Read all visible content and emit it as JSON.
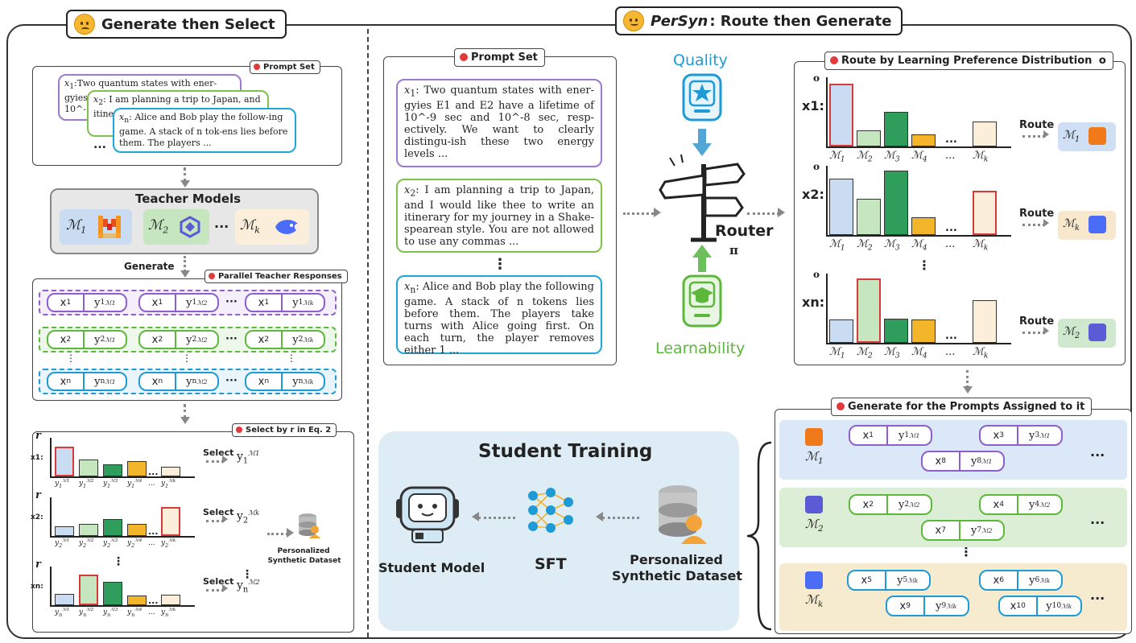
{
  "colors": {
    "purple": "#8e5fcc",
    "green": "#5cb83a",
    "cyan": "#1e9ad6",
    "bar_blue": "#c9dcf1",
    "bar_lgreen": "#c6e6c0",
    "bar_green": "#2f9e5c",
    "bar_yellow": "#f3b529",
    "bar_cream": "#fbeedb",
    "bar_red": "#d83a3a",
    "quality": "#1e9ad6",
    "learnability": "#5cb83a"
  },
  "left": {
    "title": "Generate then Select",
    "prompt_tag": "Prompt Set",
    "prompts": [
      {
        "var": "x",
        "sub": "1",
        "text": ":Two quantum states with ener-gyies"
      },
      {
        "var": "x",
        "sub": "2",
        "text": ": I am planning a trip to Japan, and"
      },
      {
        "var": "x",
        "sub": "n",
        "text": ": Alice and Bob play the follow-ing game. A stack of n tok-ens lies before them. The players ..."
      }
    ],
    "prompt1_cut": "gyies",
    "prompt1_cut2": "10^-",
    "prompt2_cut": "itine",
    "prompt_ellipsis": "...",
    "teacher_title": "Teacher Models",
    "teachers": [
      "M1",
      "M2",
      "Mk"
    ],
    "teacher_ellipsis": "···",
    "generate_label": "Generate",
    "parallel_tag": "Parallel Teacher Responses",
    "rows": [
      {
        "x": "x1",
        "ys": [
          "y1^M1",
          "y1^M2",
          "y1^Mk"
        ]
      },
      {
        "x": "x2",
        "ys": [
          "y2^M1",
          "y2^M2",
          "y2^Mk"
        ]
      },
      {
        "x": "xn",
        "ys": [
          "yn^M1",
          "yn^M2",
          "yn^Mk"
        ]
      }
    ],
    "select_tag": "Select by r in Eq. 2",
    "select_charts": [
      {
        "row": "x1:",
        "bars": [
          0.92,
          0.52,
          0.38,
          0.48,
          0.3
        ],
        "best": 0,
        "ticks": [
          "y1^M1",
          "y1^M2",
          "y1^M3",
          "y1^M4",
          "y1^Mk"
        ],
        "select": "Select",
        "result": "y1^M1"
      },
      {
        "row": "x2:",
        "bars": [
          0.3,
          0.38,
          0.52,
          0.38,
          0.9
        ],
        "best": 4,
        "ticks": [
          "y2^M1",
          "y2^M2",
          "y2^M3",
          "y2^M4",
          "y2^Mk"
        ],
        "select": "Select",
        "result": "y2^Mk"
      },
      {
        "row": "xn:",
        "bars": [
          0.35,
          0.95,
          0.72,
          0.3,
          0.33
        ],
        "best": 1,
        "ticks": [
          "yn^M1",
          "yn^M2",
          "yn^M3",
          "yn^M4",
          "yn^Mk"
        ],
        "select": "Select",
        "result": "yn^M2"
      }
    ],
    "r_label": "r",
    "personalized_label_1": "Personalized",
    "personalized_label_2": "Synthetic Dataset"
  },
  "right": {
    "title_em": "PerSyn",
    "title_rest": ": Route then Generate",
    "prompt_tag": "Prompt Set",
    "prompts": [
      {
        "var": "x",
        "sub": "1",
        "text": ": Two quantum states with ener-gyies E1 and E2 have a lifetime of 10^-9 sec and 10^-8 sec, resp-ectively. We want to clearly distingu-ish these two energy levels ..."
      },
      {
        "var": "x",
        "sub": "2",
        "text": ": I am planning a trip to Japan, and I would like thee to write an itinerary for my journey in a Shake-spearean style. You are not allowed to use any commas ..."
      },
      {
        "var": "x",
        "sub": "n",
        "text": ": Alice and Bob play the following game. A stack of n tokens lies before them. The players take turns with Alice going first. On each turn, the player removes either 1 ..."
      }
    ],
    "vdots": "⋮",
    "quality_label": "Quality",
    "learnability_label": "Learnability",
    "router_label": "Router",
    "router_symbol": "π",
    "route_tag": "Route by Learning Preference Distribution",
    "route_tag_suffix": "o",
    "route_charts": [
      {
        "row": "x1:",
        "bars": [
          0.95,
          0.25,
          0.52,
          0.18,
          0.38
        ],
        "best": 0,
        "route": "Route",
        "target": "M1"
      },
      {
        "row": "x2:",
        "bars": [
          0.85,
          0.55,
          0.98,
          0.27,
          0.67
        ],
        "best": 4,
        "route": "Route",
        "target": "Mk"
      },
      {
        "row": "xn:",
        "bars": [
          0.35,
          0.98,
          0.37,
          0.35,
          0.65
        ],
        "best": 1,
        "route": "Route",
        "target": "M2"
      }
    ],
    "o_label": "o",
    "model_ticks": [
      "M1",
      "M2",
      "M3",
      "M4",
      "...",
      "Mk"
    ],
    "generate_tag": "Generate for the Prompts Assigned to it",
    "bands": [
      {
        "model": "M1",
        "pairs": [
          [
            "x1",
            "y1^M1"
          ],
          [
            "x3",
            "y3^M1"
          ],
          [
            "x8",
            "y8^M1"
          ]
        ]
      },
      {
        "model": "M2",
        "pairs": [
          [
            "x2",
            "y2^M2"
          ],
          [
            "x4",
            "y4^M2"
          ],
          [
            "x7",
            "y7^M2"
          ]
        ]
      },
      {
        "model": "Mk",
        "pairs": [
          [
            "x5",
            "y5^Mk"
          ],
          [
            "x6",
            "y6^Mk"
          ],
          [
            "x9",
            "y9^Mk"
          ],
          [
            "x10",
            "y10^Mk"
          ]
        ]
      }
    ],
    "band_ellipsis": "...",
    "student_title": "Student Training",
    "student_model_label": "Student Model",
    "sft_label": "SFT",
    "dataset_label_1": "Personalized",
    "dataset_label_2": "Synthetic Dataset"
  }
}
